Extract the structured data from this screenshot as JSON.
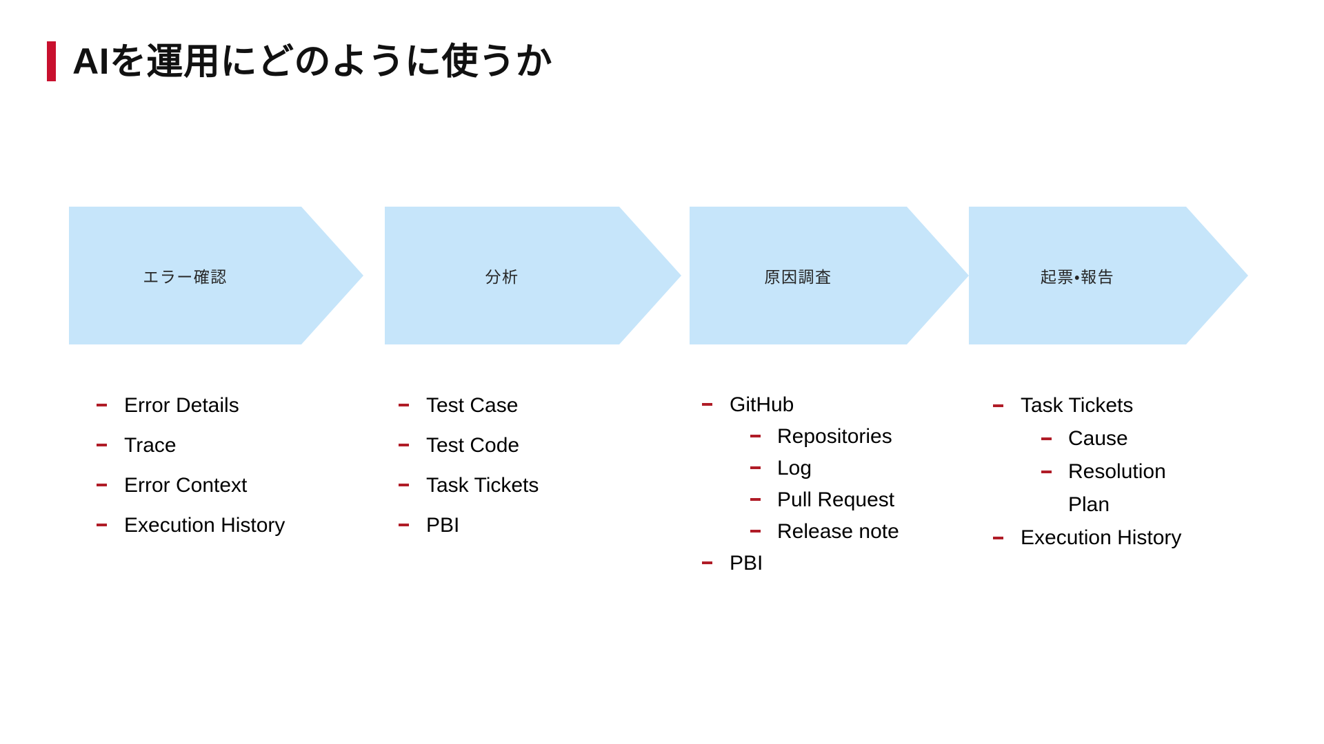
{
  "slide": {
    "background_color": "#FFFFFF",
    "accent_color": "#C8102E",
    "chevron_fill": "#C6E5FA",
    "bullet_dash_color": "#B01C27",
    "title": "AIを運用にどのように使うか"
  },
  "process": {
    "steps": [
      {
        "label": "エラー確認"
      },
      {
        "label": "分析"
      },
      {
        "label": "原因調査"
      },
      {
        "label": "起票・報告"
      }
    ]
  },
  "columns": [
    {
      "step": "エラー確認",
      "items": [
        {
          "level": 1,
          "text": "Error Details"
        },
        {
          "level": 1,
          "text": "Trace"
        },
        {
          "level": 1,
          "text": "Error Context"
        },
        {
          "level": 1,
          "text": "Execution History"
        }
      ]
    },
    {
      "step": "分析",
      "items": [
        {
          "level": 1,
          "text": "Test Case"
        },
        {
          "level": 1,
          "text": "Test Code"
        },
        {
          "level": 1,
          "text": "Task Tickets"
        },
        {
          "level": 1,
          "text": "PBI"
        }
      ]
    },
    {
      "step": "原因調査",
      "items": [
        {
          "level": 1,
          "text": "GitHub"
        },
        {
          "level": 2,
          "text": "Repositories"
        },
        {
          "level": 2,
          "text": "Log"
        },
        {
          "level": 2,
          "text": "Pull Request"
        },
        {
          "level": 2,
          "text": "Release note"
        },
        {
          "level": 1,
          "text": "PBI"
        }
      ]
    },
    {
      "step": "起票・報告",
      "items": [
        {
          "level": 1,
          "text": "Task Tickets"
        },
        {
          "level": 2,
          "text": "Cause"
        },
        {
          "level": 2,
          "text": "Resolution Plan"
        },
        {
          "level": 1,
          "text": "Execution History"
        }
      ]
    }
  ]
}
